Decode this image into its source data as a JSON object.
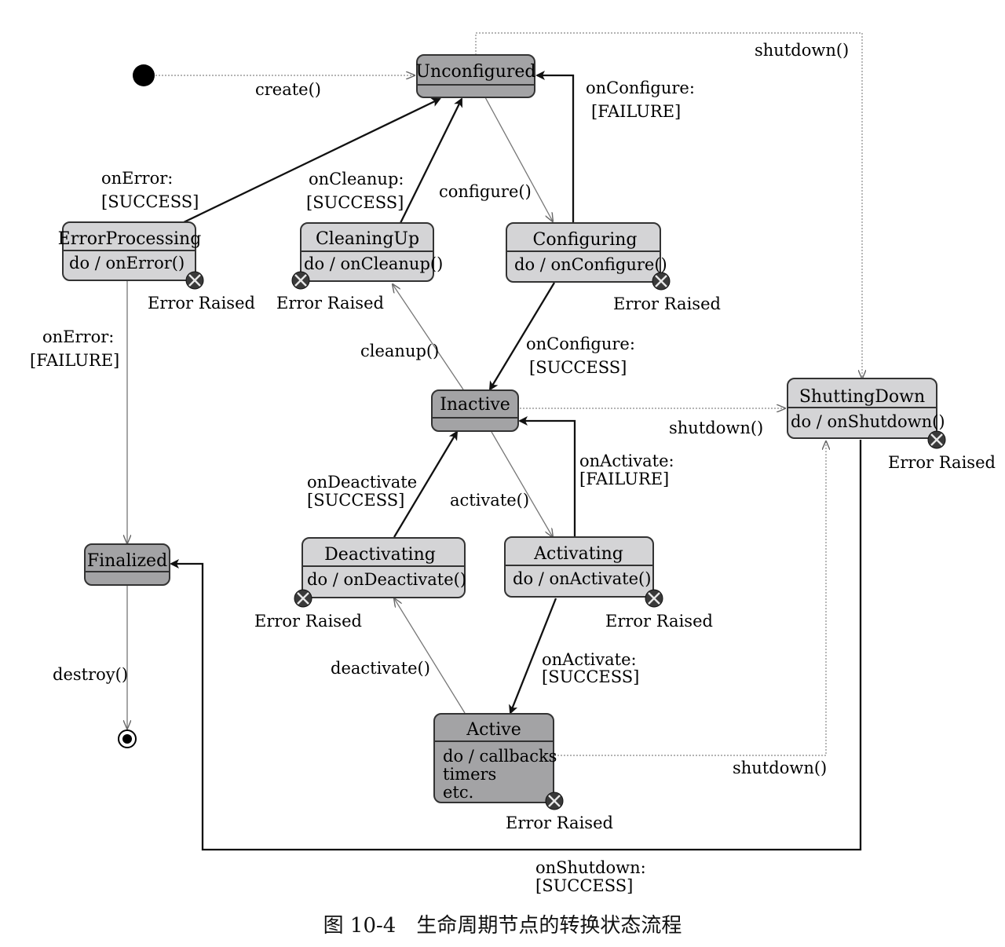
{
  "states": {
    "unconfigured": {
      "title": "Unconfigured"
    },
    "error_processing": {
      "title": "ErrorProcessing",
      "action": "do / onError()"
    },
    "cleaning_up": {
      "title": "CleaningUp",
      "action": "do / onCleanup()"
    },
    "configuring": {
      "title": "Configuring",
      "action": "do / onConfigure()"
    },
    "inactive": {
      "title": "Inactive"
    },
    "shutting_down": {
      "title": "ShuttingDown",
      "action": "do / onShutdown()"
    },
    "finalized": {
      "title": "Finalized"
    },
    "deactivating": {
      "title": "Deactivating",
      "action": "do / onDeactivate()"
    },
    "activating": {
      "title": "Activating",
      "action": "do / onActivate()"
    },
    "active": {
      "title": "Active",
      "action_lines": [
        "do / callbacks",
        "timers",
        "etc."
      ]
    }
  },
  "error_raised": "Error Raised",
  "transitions": {
    "create": "create()",
    "shutdown_top": "shutdown()",
    "on_configure_failure": [
      "onConfigure:",
      "[FAILURE]"
    ],
    "on_error_success": [
      "onError:",
      "[SUCCESS]"
    ],
    "on_cleanup_success": [
      "onCleanup:",
      "[SUCCESS]"
    ],
    "configure": "configure()",
    "on_error_failure": [
      "onError:",
      "[FAILURE]"
    ],
    "cleanup": "cleanup()",
    "on_configure_success": [
      "onConfigure:",
      "[SUCCESS]"
    ],
    "shutdown_inactive": "shutdown()",
    "on_activate_failure": [
      "onActivate:",
      "[FAILURE]"
    ],
    "on_deactivate_success": [
      "onDeactivate",
      "[SUCCESS]"
    ],
    "activate": "activate()",
    "destroy": "destroy()",
    "deactivate": "deactivate()",
    "on_activate_success": [
      "onActivate:",
      "[SUCCESS]"
    ],
    "shutdown_active": "shutdown()",
    "on_shutdown_success": [
      "onShutdown:",
      "[SUCCESS]"
    ]
  },
  "caption": "图 10-4　生命周期节点的转换状态流程",
  "colors": {
    "dark_state": "#a3a3a5",
    "light_state": "#d4d4d6",
    "line": "#111111"
  }
}
